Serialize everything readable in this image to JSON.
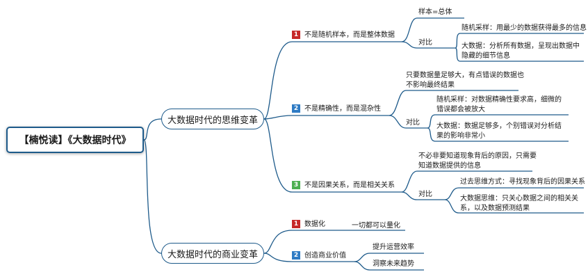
{
  "root": {
    "label": "【楠悦读】《大数据时代》"
  },
  "branches": [
    {
      "label": "大数据时代的思维变革",
      "points": [
        {
          "num": "1",
          "label": "不是随机样本，而是整体数据",
          "notes": [
            "样本=总体"
          ],
          "compare_label": "对比",
          "compare": [
            "随机采样：用最少的数据获得最多的信息",
            "大数据：分析所有数据，呈现出数据中隐藏的细节信息"
          ]
        },
        {
          "num": "2",
          "label": "不是精确性，而是混杂性",
          "notes": [
            "只要数据量足够大，有点错误的数据也不影响最终结果"
          ],
          "compare_label": "对比",
          "compare": [
            "随机采样：对数据精确性要求高，细微的错误都会被放大",
            "大数据：数据足够多，个别错误对分析结果的影响非常小"
          ]
        },
        {
          "num": "3",
          "label": "不是因果关系，而是相关关系",
          "notes": [
            "不必非要知道现象背后的原因，只需要知道数据提供的信息"
          ],
          "compare_label": "对比",
          "compare": [
            "过去思维方式：寻找现象背后的因果关系",
            "大数据思维：只关心数据之间的相关关系，以及数据预测结果"
          ]
        }
      ]
    },
    {
      "label": "大数据时代的商业变革",
      "points": [
        {
          "num": "1",
          "label": "数据化",
          "notes": [
            "一切都可以量化"
          ]
        },
        {
          "num": "2",
          "label": "创造商业价值",
          "notes": [
            "提升运营效率",
            "洞察未来趋势"
          ]
        }
      ]
    }
  ],
  "colors": {
    "line": "#1d5a8a",
    "badge_1": "#c62828",
    "badge_2": "#2e7bc4",
    "badge_3": "#4caf50"
  }
}
